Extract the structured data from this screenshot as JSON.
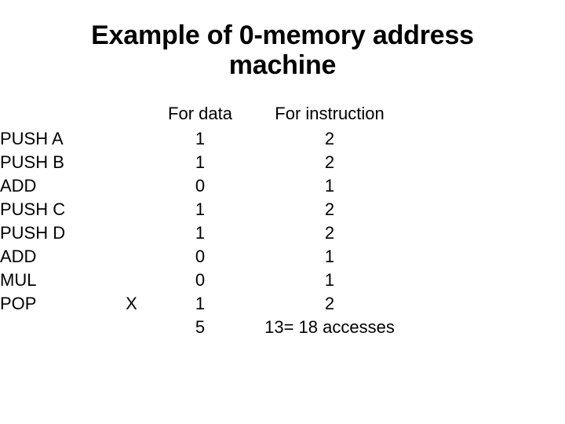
{
  "slide": {
    "title": "Example of 0-memory address machine",
    "background_color": "#ffffff",
    "text_color": "#000000"
  },
  "table": {
    "headers": {
      "instruction_col": "",
      "mark_col": "",
      "data_col": "For data",
      "icount_col": "For instruction"
    },
    "rows": [
      {
        "instruction": "PUSH A",
        "mark": "",
        "data": "1",
        "icount": "2"
      },
      {
        "instruction": "PUSH B",
        "mark": "",
        "data": "1",
        "icount": "2"
      },
      {
        "instruction": "ADD",
        "mark": "",
        "data": "0",
        "icount": "1"
      },
      {
        "instruction": "PUSH C",
        "mark": "",
        "data": "1",
        "icount": "2"
      },
      {
        "instruction": "PUSH D",
        "mark": "",
        "data": "1",
        "icount": "2"
      },
      {
        "instruction": "ADD",
        "mark": "",
        "data": "0",
        "icount": "1"
      },
      {
        "instruction": "MUL",
        "mark": "",
        "data": "0",
        "icount": "1"
      },
      {
        "instruction": "POP",
        "mark": "X",
        "data": "1",
        "icount": "2"
      }
    ],
    "totals": {
      "instruction": "",
      "mark": "",
      "data": "5",
      "icount": "13= 18 accesses"
    }
  },
  "chart_data": {
    "type": "table",
    "title": "Example of 0-memory address machine",
    "columns": [
      "",
      "",
      "For data",
      "For instruction"
    ],
    "categories": [
      "PUSH A",
      "PUSH B",
      "ADD",
      "PUSH C",
      "PUSH D",
      "ADD",
      "MUL",
      "POP"
    ],
    "series": [
      {
        "name": "For data",
        "values": [
          1,
          1,
          0,
          1,
          1,
          0,
          0,
          1
        ]
      },
      {
        "name": "For instruction",
        "values": [
          2,
          2,
          1,
          2,
          2,
          1,
          1,
          2
        ]
      }
    ],
    "totals": {
      "For data": 5,
      "For instruction": 13,
      "combined": 18
    },
    "annotations": [
      "X",
      "13= 18 accesses"
    ]
  }
}
